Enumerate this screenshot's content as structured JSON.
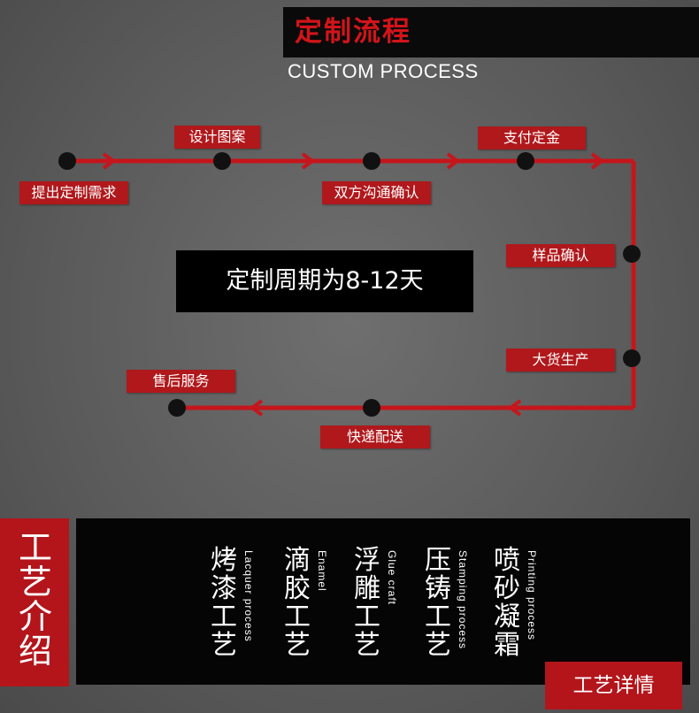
{
  "header": {
    "title": "定制流程",
    "subtitle": "CUSTOM PROCESS"
  },
  "process": {
    "steps": [
      {
        "id": "s1",
        "label": "提出定制需求"
      },
      {
        "id": "s2",
        "label": "设计图案"
      },
      {
        "id": "s3",
        "label": "双方沟通确认"
      },
      {
        "id": "s4",
        "label": "支付定金"
      },
      {
        "id": "s5",
        "label": "样品确认"
      },
      {
        "id": "s6",
        "label": "大货生产"
      },
      {
        "id": "s7",
        "label": "快递配送"
      },
      {
        "id": "s8",
        "label": "售后服务"
      }
    ],
    "period": "定制周期为8-12天"
  },
  "crafts": {
    "section_label": "工艺介绍",
    "items": [
      {
        "name": "烤漆工艺",
        "english": "Lacquer process"
      },
      {
        "name": "滴胶工艺",
        "english": "Enamel"
      },
      {
        "name": "浮雕工艺",
        "english": "Glue craft"
      },
      {
        "name": "压铸工艺",
        "english": "Stamping process"
      },
      {
        "name": "喷砂凝霜",
        "english": "Printing process"
      }
    ],
    "detail_button": "工艺详情"
  },
  "colors": {
    "accent_red": "#b0181b",
    "title_red": "#d2141a",
    "background": "#5e5e5e",
    "dark": "#050505"
  }
}
